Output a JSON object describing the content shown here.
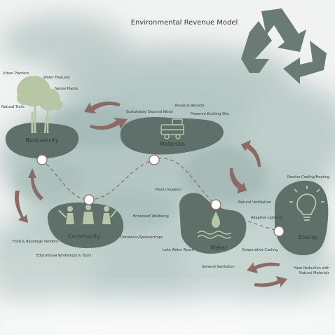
{
  "title": "Environmental Revenue Model",
  "zones": {
    "biodiversity": "Biodiversity",
    "materials": "Materials",
    "community": "Community",
    "water": "Water",
    "energy": "Energy"
  },
  "labels": {
    "urban_planters": "Urban Planters",
    "water_features": "Water Features",
    "native_plants": "Native Plants",
    "natural_trails": "Natural Trails",
    "reuse_recycle": "Reuse & Recycle",
    "sustainably_sourced_wood": "Sustainably Sourced Wood",
    "preserve_existing_site": "Preserve Existing Site",
    "plant_irrigation": "Plant Irrigation",
    "enhanced_wellbeing": "Enhanced Wellbeing",
    "donations_sponsorships": "Donations/Sponsorships",
    "food_beverage_vendors": "Food & Beverage Vendors",
    "educational_workshops_tours": "Educational Workshops & Tours",
    "lake_water_reuse": "Lake Water Reuse",
    "general_sanitation": "General Sanitation",
    "evaporative_cooling": "Evaporative Cooling",
    "natural_ventilation": "Natural Ventilation",
    "adaptive_lighting": "Adaptive Lighting",
    "passive_cooling_heating": "Passive Cooling/Heating",
    "heat_reduction": "Heat Reduction with",
    "heat_reduction_2": "Natural Materials"
  },
  "colors": {
    "blob": "#5f706b",
    "blob_text": "#1f2624",
    "arrow": "#8c6b67",
    "recycle": "#6a7b76",
    "node_stroke": "#8c6b67",
    "icon": "#b7c7a6",
    "path": "#8c6b67"
  },
  "icons": [
    "recycle-icon",
    "tree-icon",
    "cart-icon",
    "people-icon",
    "water-drop-icon",
    "lightbulb-icon"
  ]
}
